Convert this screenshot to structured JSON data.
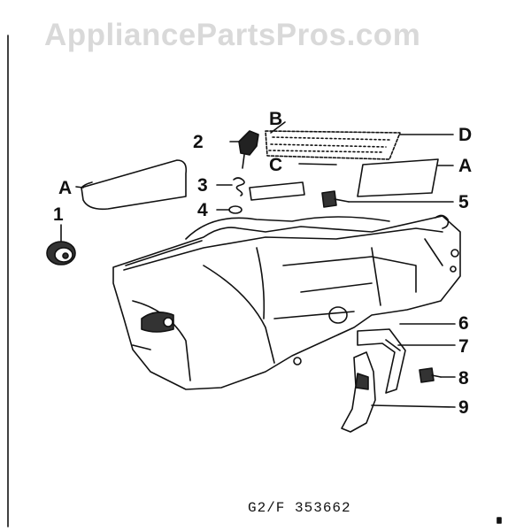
{
  "watermark": "AppliancePartsPros.com",
  "callouts": {
    "c1": "1",
    "c2": "2",
    "c3": "3",
    "c4": "4",
    "c5": "5",
    "c6": "6",
    "c7": "7",
    "c8": "8",
    "c9": "9",
    "A_left": "A",
    "A_right": "A",
    "B": "B",
    "C": "C",
    "D": "D"
  },
  "diagram_code": "G2/F 353662"
}
